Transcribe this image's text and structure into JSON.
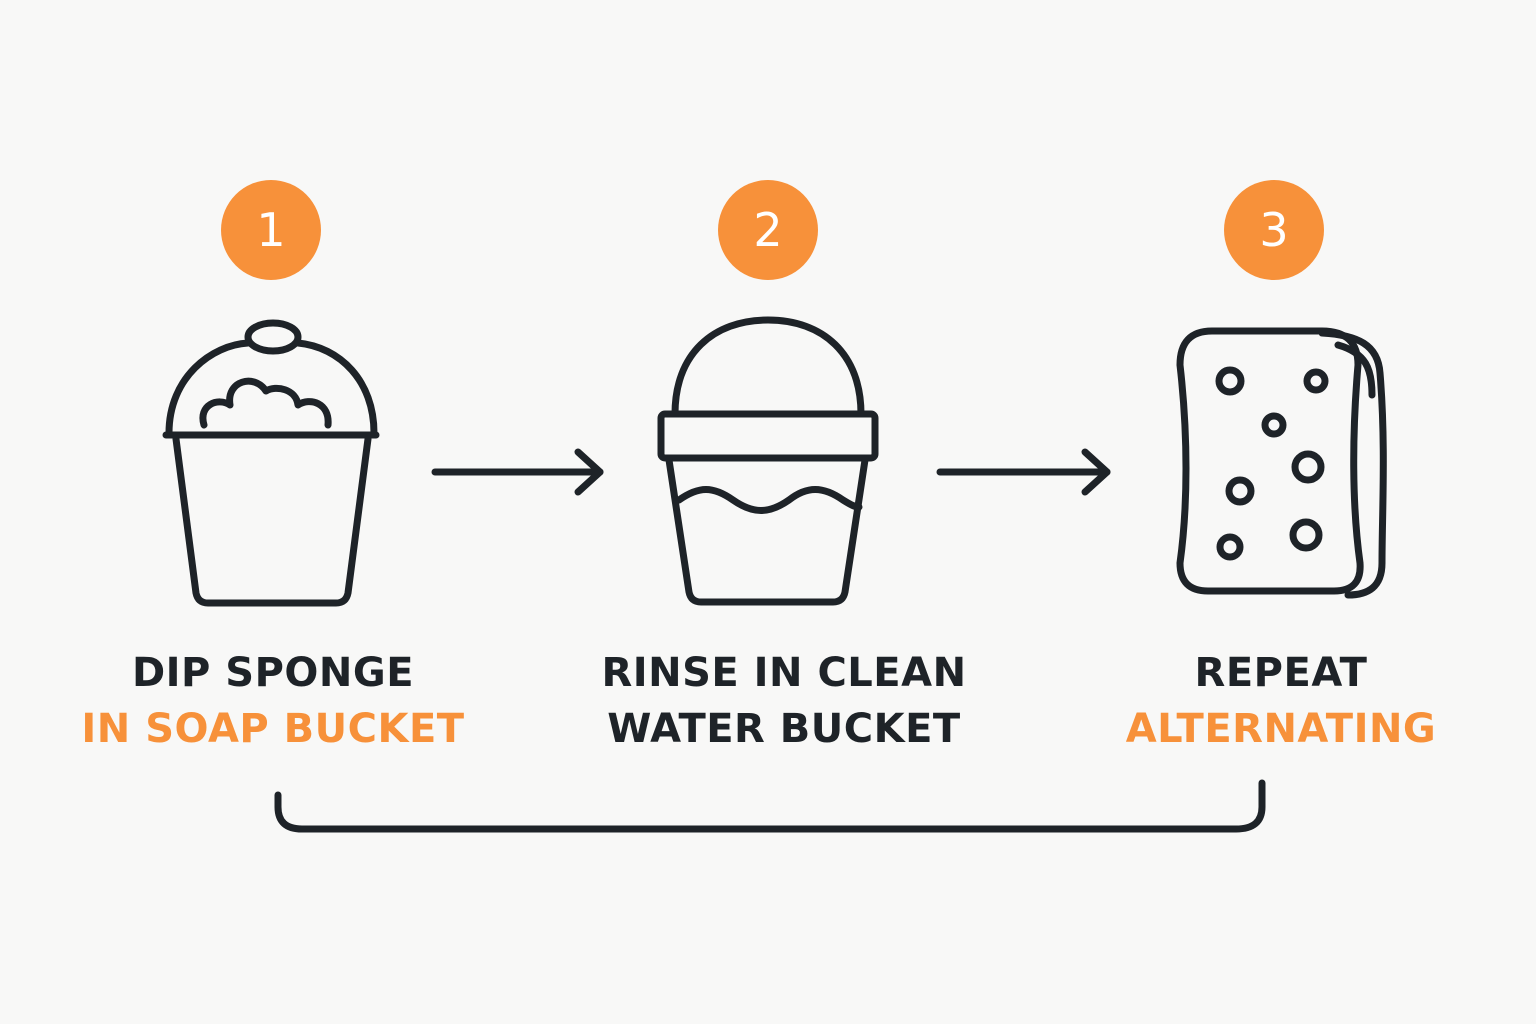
{
  "accent_color": "#f7913a",
  "text_color": "#1e2328",
  "background_color": "#f8f8f7",
  "steps": [
    {
      "number": "1",
      "icon": "soap-bucket-icon",
      "line1": "DIP SPONGE",
      "line2": "IN SOAP BUCKET"
    },
    {
      "number": "2",
      "icon": "water-bucket-icon",
      "line1": "RINSE IN CLEAN",
      "line2": "WATER BUCKET"
    },
    {
      "number": "3",
      "icon": "sponge-icon",
      "line1": "REPEAT",
      "line2": "ALTERNATING"
    }
  ],
  "connectors": [
    "arrow-right-icon",
    "arrow-right-icon",
    "loop-bracket-icon"
  ]
}
